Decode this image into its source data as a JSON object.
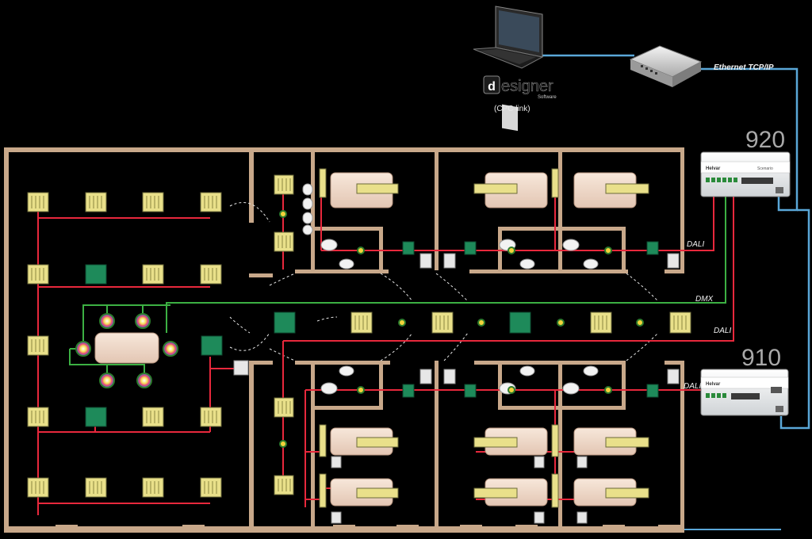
{
  "software": {
    "brand_letter": "d",
    "brand_word": "esigner",
    "brand_sub": "Software",
    "link_note": "(CPC link)"
  },
  "network": {
    "ethernet_label": "Ethernet TCP/IP"
  },
  "controllers": {
    "c920": {
      "model": "920",
      "brand": "Helvar",
      "sub": "Scenario"
    },
    "c910": {
      "model": "910",
      "brand": "Helvar"
    }
  },
  "bus_labels": {
    "dali_upper": "DALI",
    "dmx": "DMX",
    "dali_middle": "DALI",
    "dali_lower": "DALI"
  },
  "colors": {
    "background": "#000000",
    "wall": "#c8a88a",
    "dali_wire": "#e8283c",
    "dmx_wire": "#3cb043",
    "ethernet_wire": "#5aa7d8",
    "fixture_yellow": "#e9e08a",
    "fixture_green": "#1e8a5a",
    "bed": "#f3dfd0"
  }
}
